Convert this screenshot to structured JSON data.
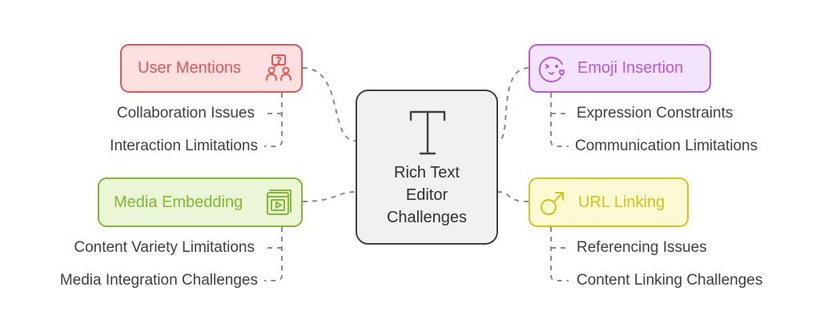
{
  "center": {
    "lines": [
      "Rich Text",
      "Editor",
      "Challenges"
    ],
    "icon": "text-t-icon"
  },
  "branches": [
    {
      "id": "user-mentions",
      "label": "User Mentions",
      "icon": "users-question-icon",
      "color": "#e55656",
      "fill": "#fde1e1",
      "subs": [
        "Collaboration Issues",
        "Interaction Limitations"
      ]
    },
    {
      "id": "emoji-insertion",
      "label": "Emoji Insertion",
      "icon": "emoji-wink-icon",
      "color": "#b65ae0",
      "fill": "#f4e3fc",
      "subs": [
        "Expression Constraints",
        "Communication Limitations"
      ]
    },
    {
      "id": "media-embedding",
      "label": "Media Embedding",
      "icon": "media-player-icon",
      "color": "#82b832",
      "fill": "#ebf6d6",
      "subs": [
        "Content Variety Limitations",
        "Media Integration Challenges"
      ]
    },
    {
      "id": "url-linking",
      "label": "URL Linking",
      "icon": "link-arrow-icon",
      "color": "#d3c418",
      "fill": "#fdf9d3",
      "subs": [
        "Referencing Issues",
        "Content Linking Challenges"
      ]
    }
  ],
  "colors": {
    "connector": "#8a8a8a",
    "center_border": "#404040",
    "center_fill": "#f1f1f1",
    "text": "#3f3f3f"
  }
}
